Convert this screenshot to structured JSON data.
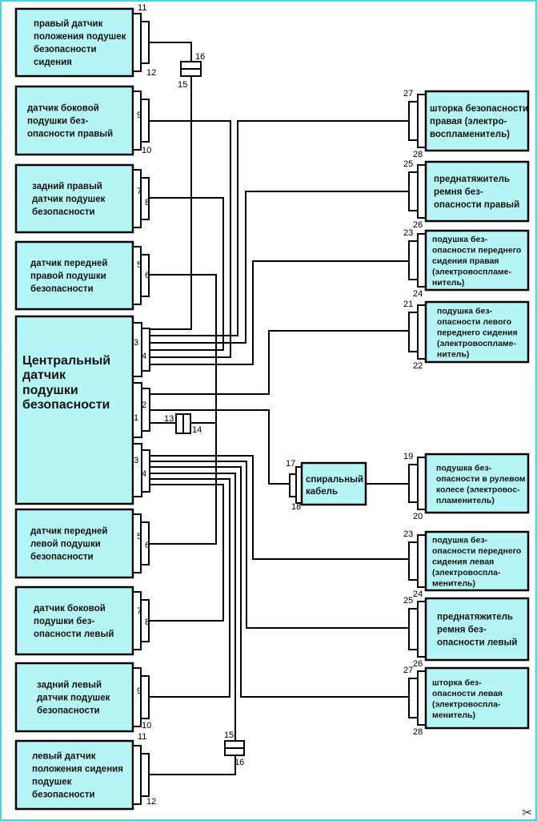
{
  "diagram": {
    "title": "Схема системы подушек безопасности",
    "central_unit": {
      "label": [
        "Центральный",
        "датчик",
        "подушки",
        "безопасности"
      ],
      "pins": {
        "upper_a": "3",
        "upper_b": "4",
        "mid_a": "2",
        "mid_b": "1",
        "lower_a": "3",
        "lower_b": "4"
      }
    },
    "left_components": [
      {
        "id": "right-seat-position-sensor",
        "label": [
          "правый датчик",
          "положения подушек",
          "безопасности",
          "сидения"
        ],
        "pin_top": "11",
        "pin_bottom": "12"
      },
      {
        "id": "right-side-airbag-sensor",
        "label": [
          "датчик боковой",
          "подушки без-",
          "опасности правый"
        ],
        "pin_top": "9",
        "pin_bottom": "10"
      },
      {
        "id": "rear-right-airbag-sensor",
        "label": [
          "задний правый",
          "датчик подушек",
          "безопасности"
        ],
        "pin_top": "7",
        "pin_bottom": "8"
      },
      {
        "id": "front-right-airbag-sensor",
        "label": [
          "датчик передней",
          "правой подушки",
          "безопасности"
        ],
        "pin_top": "5",
        "pin_bottom": "6"
      },
      {
        "id": "front-left-airbag-sensor",
        "label": [
          "датчик передней",
          "левой подушки",
          "безопасности"
        ],
        "pin_top": "5",
        "pin_bottom": "6"
      },
      {
        "id": "left-side-airbag-sensor",
        "label": [
          "датчик боковой",
          "подушки без-",
          "опасности левый"
        ],
        "pin_top": "7",
        "pin_bottom": "8"
      },
      {
        "id": "rear-left-airbag-sensor",
        "label": [
          "задний левый",
          "датчик подушек",
          "безопасности"
        ],
        "pin_top": "9",
        "pin_bottom": "10"
      },
      {
        "id": "left-seat-position-sensor",
        "label": [
          "левый датчик",
          "положения сидения",
          "подушек",
          "безопасности"
        ],
        "pin_top": "11",
        "pin_bottom": "12"
      }
    ],
    "right_components": [
      {
        "id": "right-curtain-airbag",
        "label": [
          "шторка безопасности",
          "правая (электро-",
          "воспламенитель)"
        ],
        "pin_top": "27",
        "pin_bottom": "28"
      },
      {
        "id": "right-seatbelt-pretensioner",
        "label": [
          "преднатяжитель",
          "ремня без-",
          "опасности правый"
        ],
        "pin_top": "25",
        "pin_bottom": "26"
      },
      {
        "id": "right-front-seat-airbag",
        "label": [
          "подушка без-",
          "опасности переднего",
          "сидения правая",
          "(электровоспламе-",
          "нитель)"
        ],
        "pin_top": "23",
        "pin_bottom": "24"
      },
      {
        "id": "left-front-seat-airbag-upper",
        "label": [
          "подушка без-",
          "опасности левого",
          "переднего сидения",
          "(электровоспламе-",
          "нитель)"
        ],
        "pin_top": "21",
        "pin_bottom": "22"
      },
      {
        "id": "steering-wheel-airbag",
        "label": [
          "подушка без-",
          "опасности в рулевом",
          "колесе (электровос-",
          "пламенитель)"
        ],
        "pin_top": "19",
        "pin_bottom": "20"
      },
      {
        "id": "left-front-seat-airbag",
        "label": [
          "подушка без-",
          "опасности переднего",
          "сидения левая",
          "(электровоспла-",
          "менитель)"
        ],
        "pin_top": "23",
        "pin_bottom": "24"
      },
      {
        "id": "left-seatbelt-pretensioner",
        "label": [
          "преднатяжитель",
          "ремня без-",
          "опасности левый"
        ],
        "pin_top": "25",
        "pin_bottom": "26"
      },
      {
        "id": "left-curtain-airbag",
        "label": [
          "шторка без-",
          "опасности левая",
          "(электровоспла-",
          "менитель)"
        ],
        "pin_top": "27",
        "pin_bottom": "28"
      }
    ],
    "spiral_cable": {
      "label": [
        "спиральный",
        "кабель"
      ],
      "pin_top": "17",
      "pin_bottom": "18"
    },
    "inline_connectors": [
      {
        "id": "connector-15-16-top",
        "pin_a": "16",
        "pin_b": "15"
      },
      {
        "id": "connector-13-14",
        "pin_a": "13",
        "pin_b": "14"
      },
      {
        "id": "connector-15-16-bottom",
        "pin_a": "15",
        "pin_b": "16"
      }
    ],
    "watermark_icon": "tools-icon",
    "colors": {
      "box_fill": "#b6f5f5",
      "frame": "#4fd6dc",
      "wire": "#000000"
    }
  }
}
